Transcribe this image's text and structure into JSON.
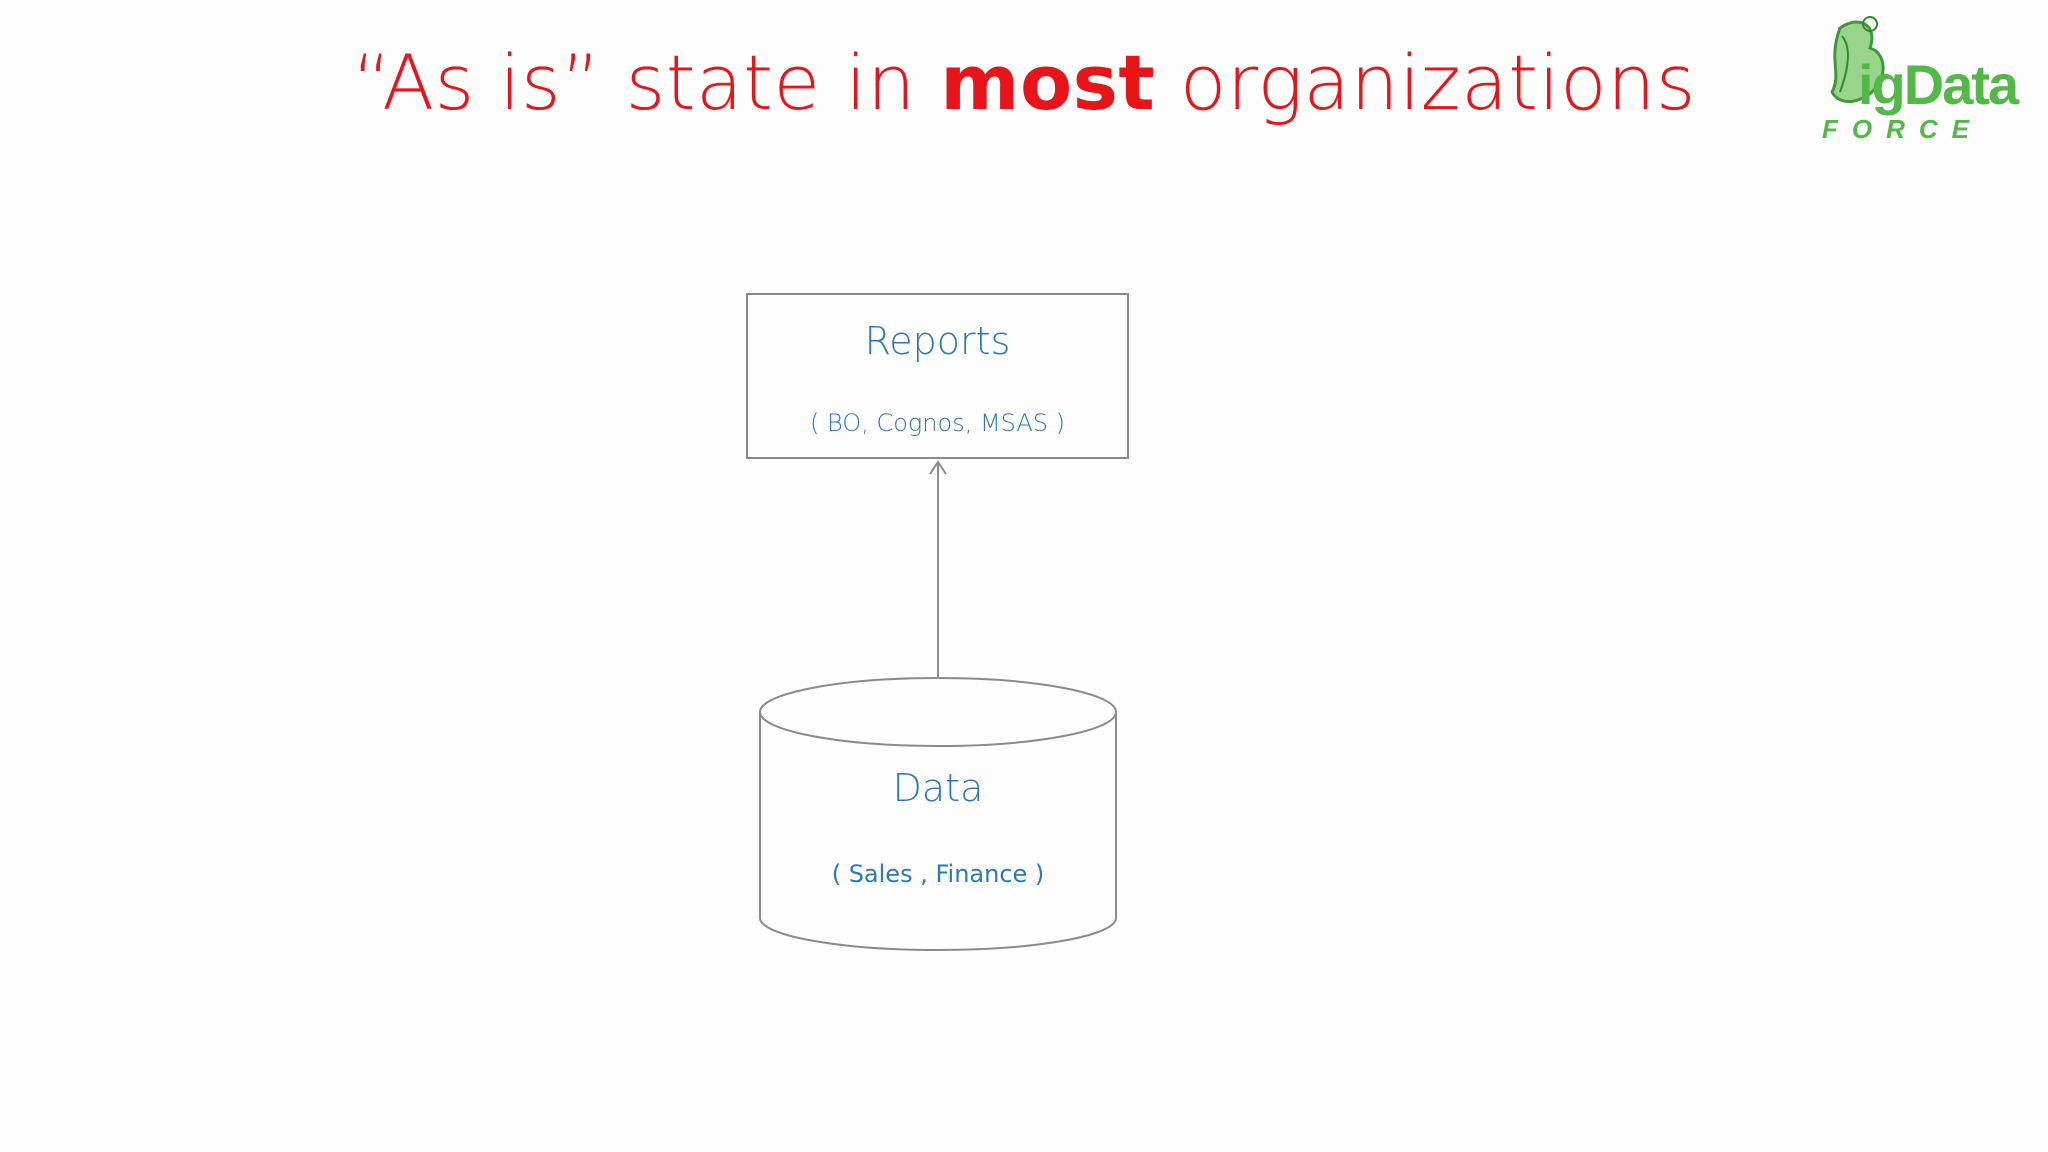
{
  "slide": {
    "title_parts": {
      "before": "“As is” state in ",
      "emphasis": "most",
      "after": " organizations"
    },
    "logo": {
      "name": "bigdata-force-logo",
      "text_main": "igData",
      "text_sub": "FORCE",
      "brand_color": "#52b848"
    },
    "diagram": {
      "reports_node": {
        "title": "Reports",
        "subtitle": "( BO, Cognos, MSAS )"
      },
      "data_node": {
        "title": "Data",
        "subtitle": "( Sales , Finance )"
      },
      "edge": {
        "from": "data_node",
        "to": "reports_node"
      }
    },
    "colors": {
      "title": "#e8141a",
      "node_text": "#2e78b7",
      "stroke": "#8a8a8a",
      "background": "#fdfdfd"
    }
  }
}
